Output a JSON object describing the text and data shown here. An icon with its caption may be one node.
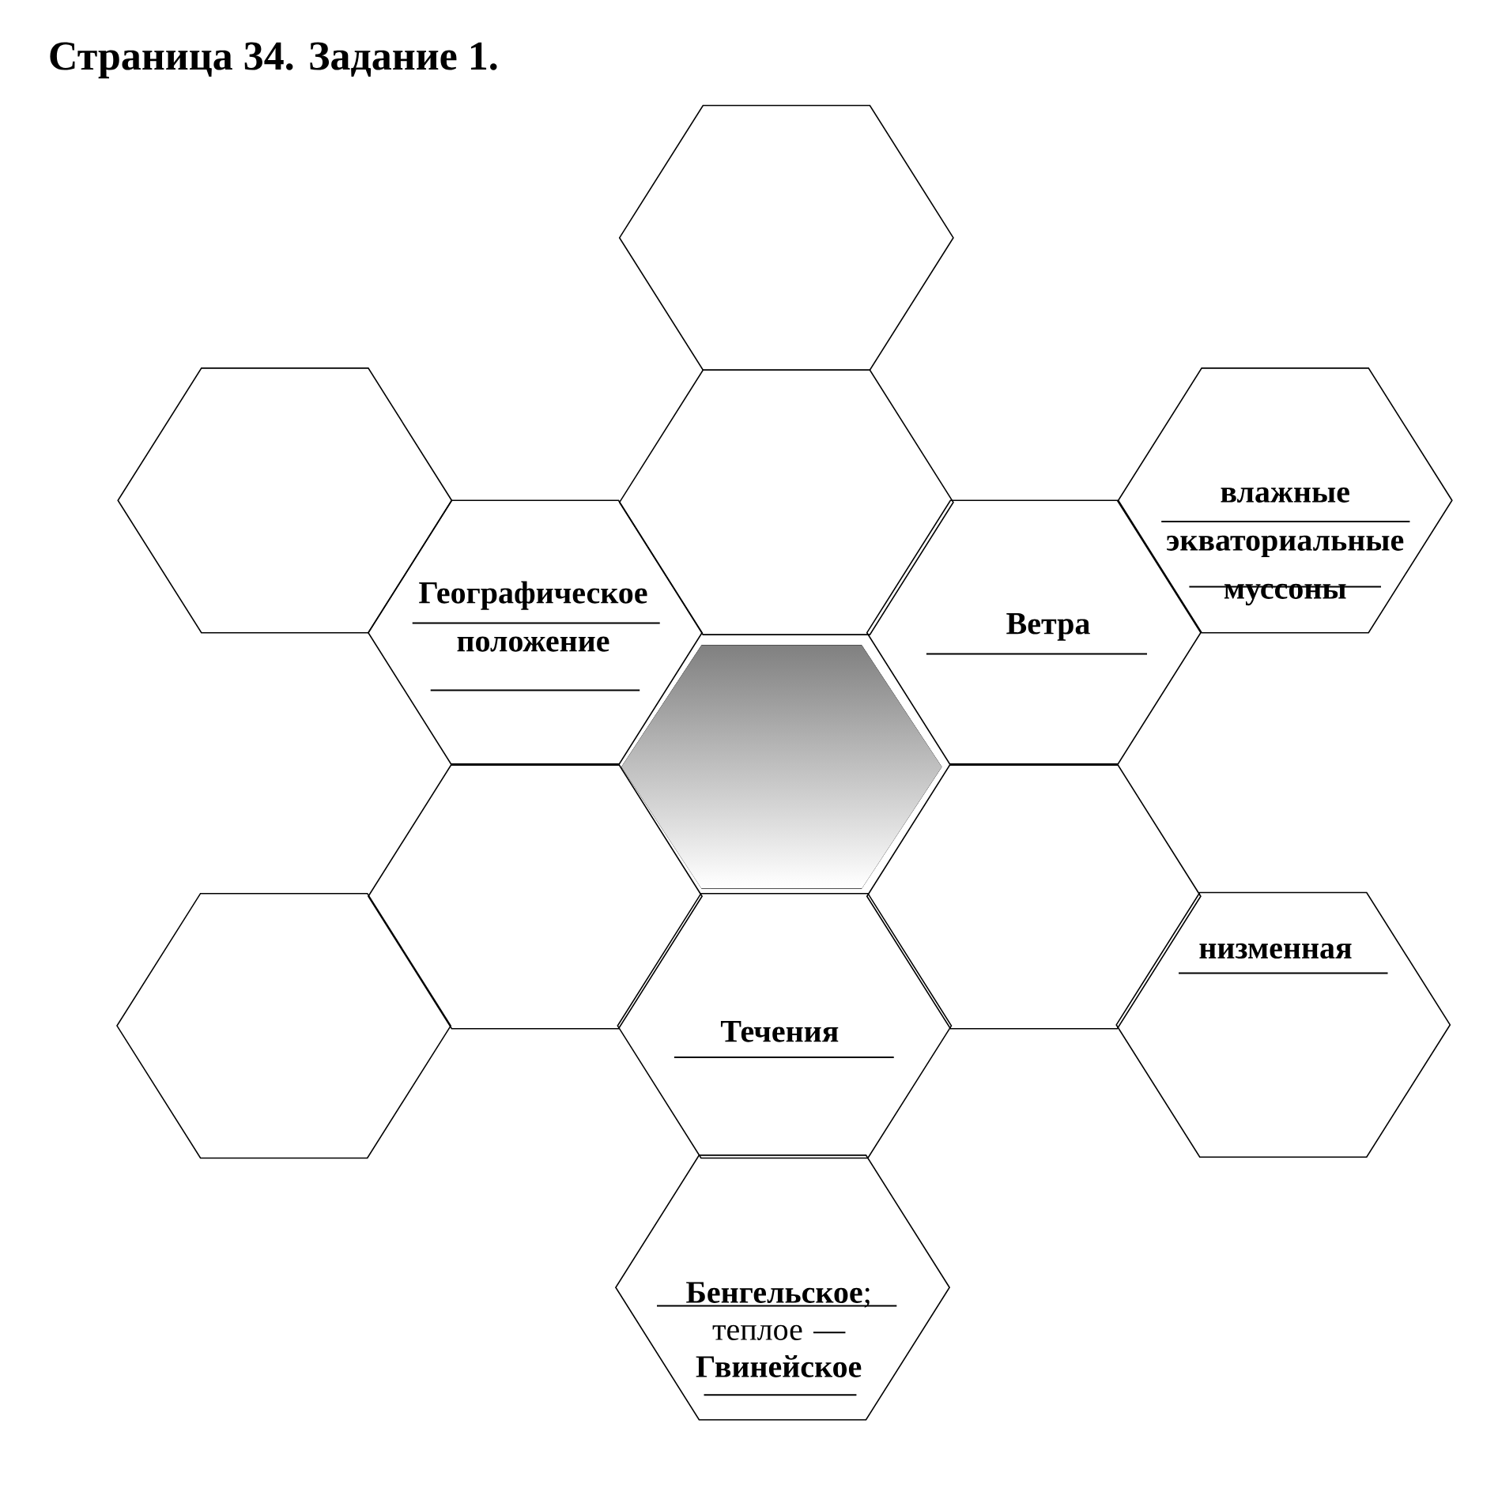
{
  "diagram": {
    "title": "Страница 34. Задание 1.",
    "nodes": [
      {
        "text": [],
        "shape": "hexagon"
      },
      {
        "text": [],
        "shape": "hexagon"
      },
      {
        "text": [],
        "shape": "hexagon"
      },
      {
        "text": [
          "влажные экваториальные муссоны"
        ]
      },
      {
        "text": [
          "Географическое положение"
        ]
      },
      {
        "text": [
          "Ветра"
        ]
      },
      {
        "text": [],
        "shape": "hexagon"
      },
      {
        "text": [],
        "shape": "hexagon"
      },
      {
        "text": [],
        "shape": "hexagon"
      },
      {
        "text": [],
        "shape": "hexagon"
      },
      {
        "text": [
          "Течения"
        ]
      },
      {
        "text": [
          "низменная"
        ]
      },
      {
        "text": [
          "**Бенгельское**; теплое — **Гвинейское**"
        ]
      }
    ]
  }
}
